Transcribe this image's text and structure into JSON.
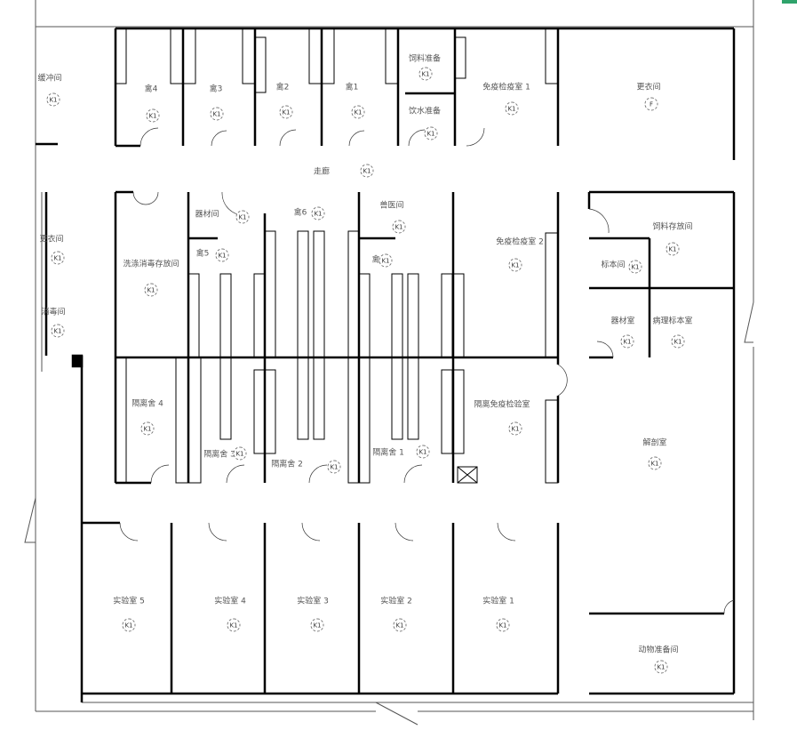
{
  "title": "动物实验室平面图",
  "colors": {
    "wall": "#000000",
    "frame": "#555555",
    "text": "#555555",
    "marker": "#2fa36b"
  },
  "rooms": [
    {
      "name": "缓冲间",
      "code": "K1"
    },
    {
      "name": "禽4",
      "code": "K1"
    },
    {
      "name": "禽3",
      "code": "K1"
    },
    {
      "name": "禽2",
      "code": "K1"
    },
    {
      "name": "禽1",
      "code": "K1"
    },
    {
      "name": "饲料准备",
      "code": "K1"
    },
    {
      "name": "饮水准备",
      "code": "K1"
    },
    {
      "name": "免疫检疫室 1",
      "code": "K1"
    },
    {
      "name": "更衣间",
      "code": "F"
    },
    {
      "name": "走廊",
      "code": "K1"
    },
    {
      "name": "更衣间",
      "code": "K1"
    },
    {
      "name": "消毒间",
      "code": "K1"
    },
    {
      "name": "洗涤消毒存放间",
      "code": "K1"
    },
    {
      "name": "器材间",
      "code": "K1"
    },
    {
      "name": "禽6",
      "code": "K1"
    },
    {
      "name": "禽5",
      "code": "K1"
    },
    {
      "name": "兽医间",
      "code": "K1"
    },
    {
      "name": "禽",
      "code": "K1"
    },
    {
      "name": "免疫检疫室 2",
      "code": "K1"
    },
    {
      "name": "饲料存放间",
      "code": "K1"
    },
    {
      "name": "标本间",
      "code": "K1"
    },
    {
      "name": "器材室",
      "code": "K1"
    },
    {
      "name": "病理标本室",
      "code": "K1"
    },
    {
      "name": "隔离舍 4",
      "code": "K1"
    },
    {
      "name": "隔离舍 3",
      "code": "K1"
    },
    {
      "name": "隔离舍 2",
      "code": "K1"
    },
    {
      "name": "隔离舍 1",
      "code": "K1"
    },
    {
      "name": "隔离免疫检验室",
      "code": "K1"
    },
    {
      "name": "解剖室",
      "code": "K1"
    },
    {
      "name": "实验室 5",
      "code": "K1"
    },
    {
      "name": "实验室 4",
      "code": "K1"
    },
    {
      "name": "实验室 3",
      "code": "K1"
    },
    {
      "name": "实验室 2",
      "code": "K1"
    },
    {
      "name": "实验室 1",
      "code": "K1"
    },
    {
      "name": "动物准备间",
      "code": "K1"
    }
  ]
}
